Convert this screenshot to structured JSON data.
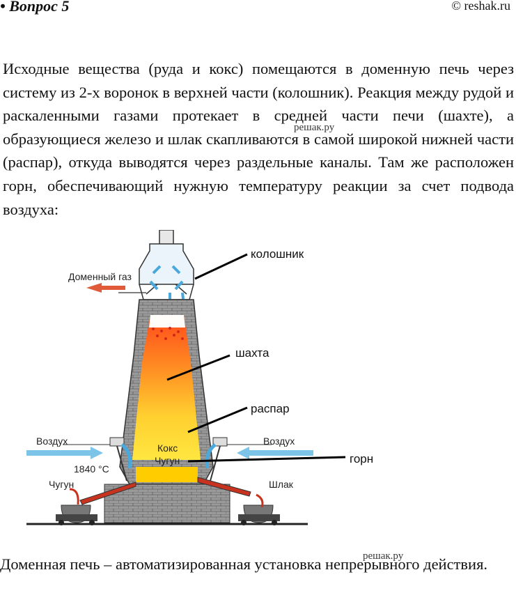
{
  "header": {
    "title": "• Вопрос 5",
    "copyright": "© reshak.ru"
  },
  "paragraph": "Исходные вещества (руда и кокс) помещаются в доменную печь через систему из 2-х воронок в верхней части (колошник). Реакция между рудой и раскаленными газами протекает в средней части печи (шахте), а образующиеся железо и шлак скапливаются в самой широкой нижней части (распар), откуда выводятся через раздельные каналы. Там же расположен горн, обеспечивающий нужную температуру реакции за счет подвода воздуха:",
  "watermark": "решак.ру",
  "diagram": {
    "label_top": "колошник",
    "label_shaft": "шахта",
    "label_bosh": "распар",
    "label_hearth": "горн",
    "gas": "Доменный газ",
    "air_left": "Воздух",
    "air_right": "Воздух",
    "temperature": "1840 °С",
    "coke": "Кокс",
    "iron_inside": "Чугун",
    "iron_out": "Чугун",
    "slag": "Шлак"
  },
  "conclusion": "Доменная печь – автоматизированная установка непрерывного действия.",
  "colors": {
    "arrow_blue": "#7cc4e8",
    "arrow_red": "#e05a3a",
    "brick": "#8a8a8a",
    "fire_top": "#ff5a1e",
    "fire_bottom": "#ffe640"
  }
}
